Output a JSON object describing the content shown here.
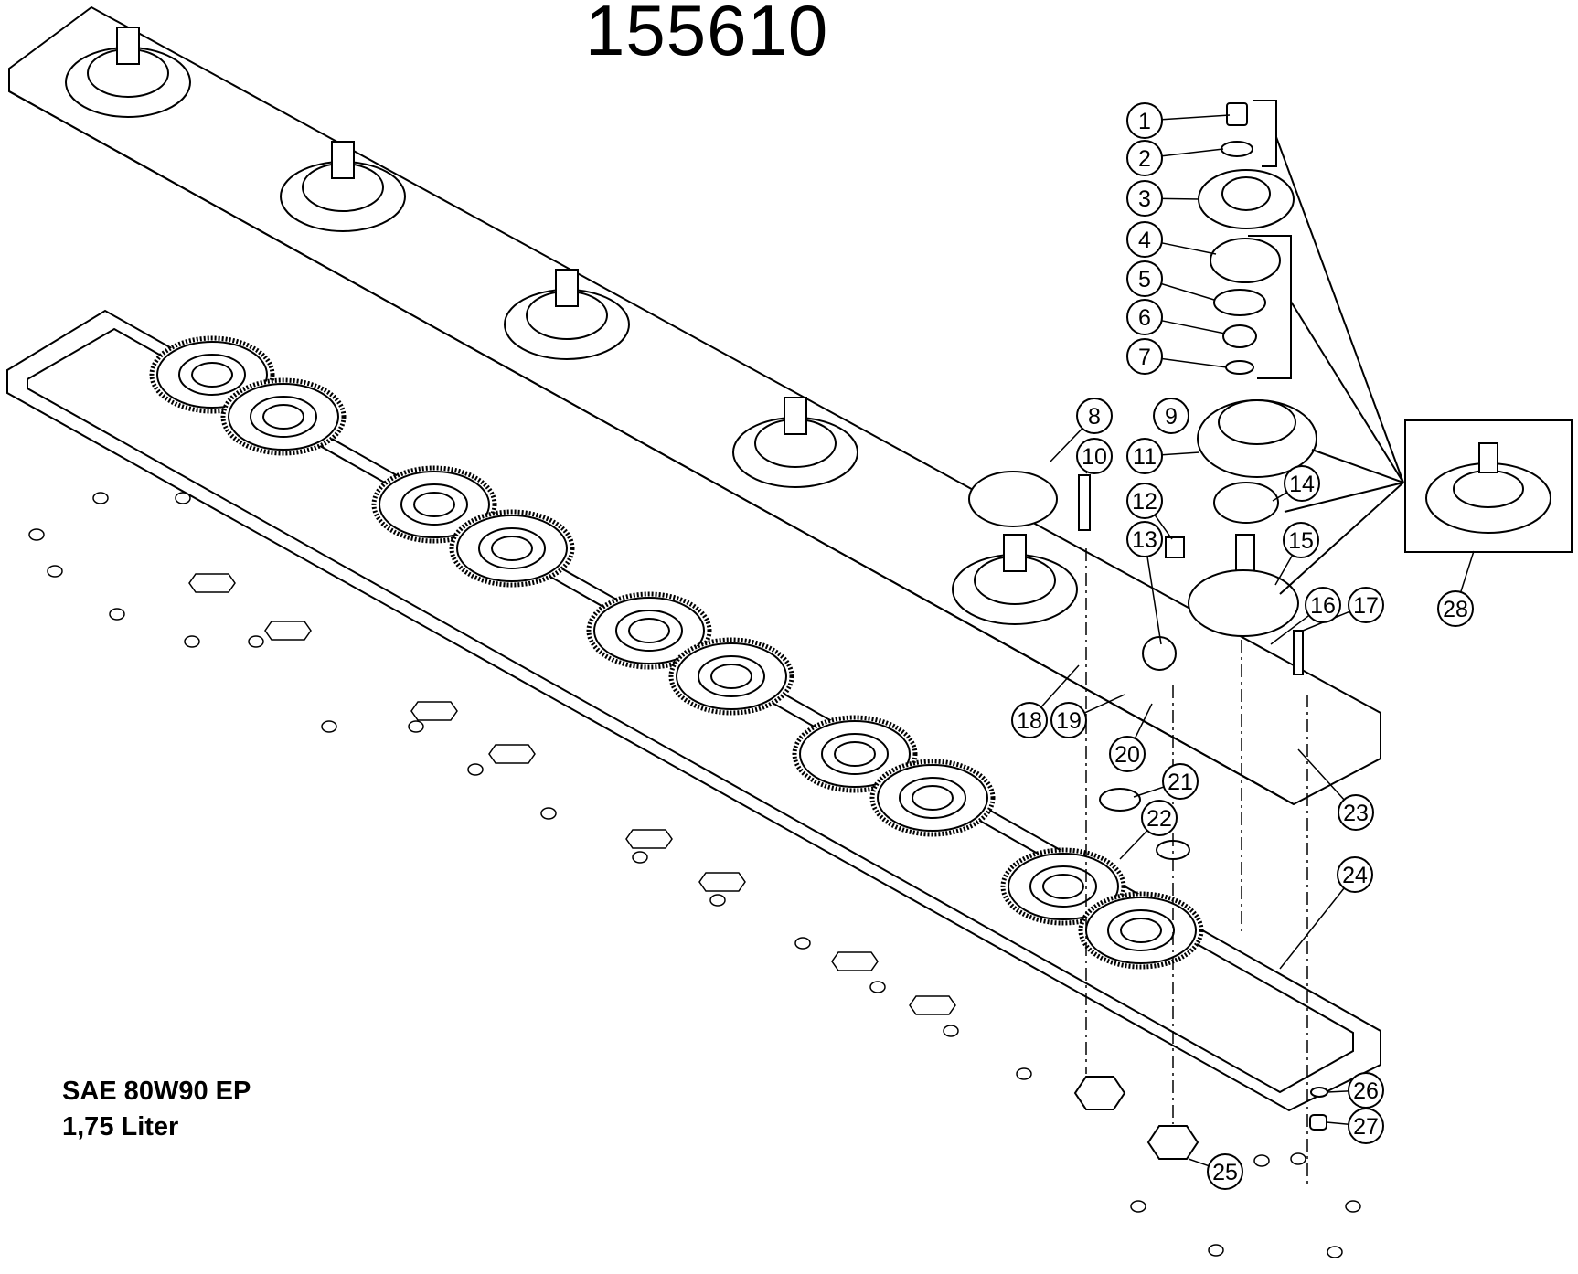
{
  "drawing_number": "155610",
  "notes": {
    "oil_spec": "SAE 80W90 EP",
    "oil_volume": "1,75 Liter"
  },
  "callouts": [
    "1",
    "2",
    "3",
    "4",
    "5",
    "6",
    "7",
    "8",
    "9",
    "10",
    "11",
    "12",
    "13",
    "14",
    "15",
    "16",
    "17",
    "18",
    "19",
    "20",
    "21",
    "22",
    "23",
    "24",
    "25",
    "26",
    "27",
    "28"
  ]
}
